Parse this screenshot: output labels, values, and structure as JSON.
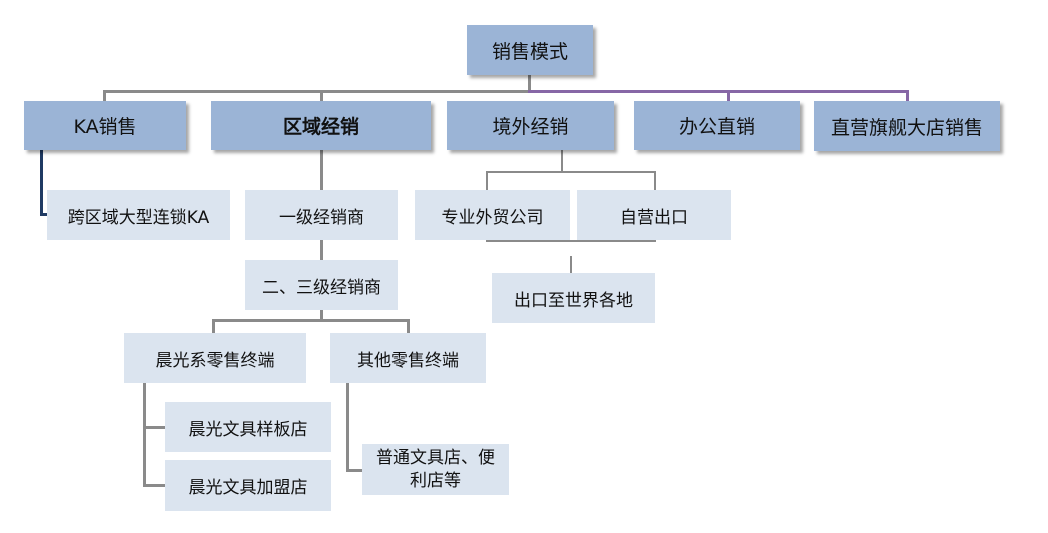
{
  "root": {
    "label": "销售模式"
  },
  "channels": {
    "ka": "KA销售",
    "regional": "区域经销",
    "overseas": "境外经销",
    "office": "办公直销",
    "flagship": "直营旗舰大店销售"
  },
  "ka_children": {
    "cross_region": "跨区域大型连锁KA"
  },
  "regional_children": {
    "first_tier": "一级经销商",
    "second_third_tier": "二、三级经销商",
    "chenguang_retail": "晨光系零售终端",
    "other_retail": "其他零售终端",
    "model_store": "晨光文具样板店",
    "franchise_store": "晨光文具加盟店",
    "ordinary_stores": "普通文具店、便利店等"
  },
  "overseas_children": {
    "trade_company": "专业外贸公司",
    "self_export": "自营出口",
    "export_world": "出口至世界各地"
  }
}
